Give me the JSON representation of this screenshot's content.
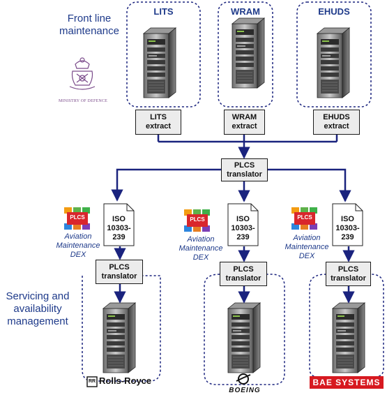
{
  "headings": {
    "front_line": [
      "Front line",
      "maintenance"
    ],
    "servicing": [
      "Servicing and",
      "availability",
      "management"
    ]
  },
  "top_systems": [
    {
      "title": "LITS",
      "extract": [
        "LITS",
        "extract"
      ]
    },
    {
      "title": "WRAM",
      "extract": [
        "WRAM",
        "extract"
      ]
    },
    {
      "title": "EHUDS",
      "extract": [
        "EHUDS",
        "extract"
      ]
    }
  ],
  "central_translator": [
    "PLCS",
    "translator"
  ],
  "documents": [
    {
      "lines": [
        "ISO",
        "10303-",
        "239"
      ]
    },
    {
      "lines": [
        "ISO",
        "10303-",
        "239"
      ]
    },
    {
      "lines": [
        "ISO",
        "10303-",
        "239"
      ]
    }
  ],
  "plcs_logo_text": "PLCS",
  "dex_labels": [
    [
      "Aviation",
      "Maintenance",
      "DEX"
    ],
    [
      "Aviation",
      "Maintenance",
      "DEX"
    ],
    [
      "Aviation",
      "Maintenance",
      "DEX"
    ]
  ],
  "lower_translators": [
    [
      "PLCS",
      "translator"
    ],
    [
      "PLCS",
      "translator"
    ],
    [
      "PLCS",
      "translator"
    ]
  ],
  "logos": {
    "ministry": "MINISTRY OF DEFENCE",
    "rolls_royce": "Rolls-Royce",
    "rolls_royce_monogram": "RR",
    "boeing": "BOEING",
    "bae": "BAE SYSTEMS"
  },
  "colors": {
    "arrow": "#1a237e",
    "dashed_border": "#1a237e",
    "heading": "#1e3a8a",
    "bae_red": "#d71920"
  }
}
